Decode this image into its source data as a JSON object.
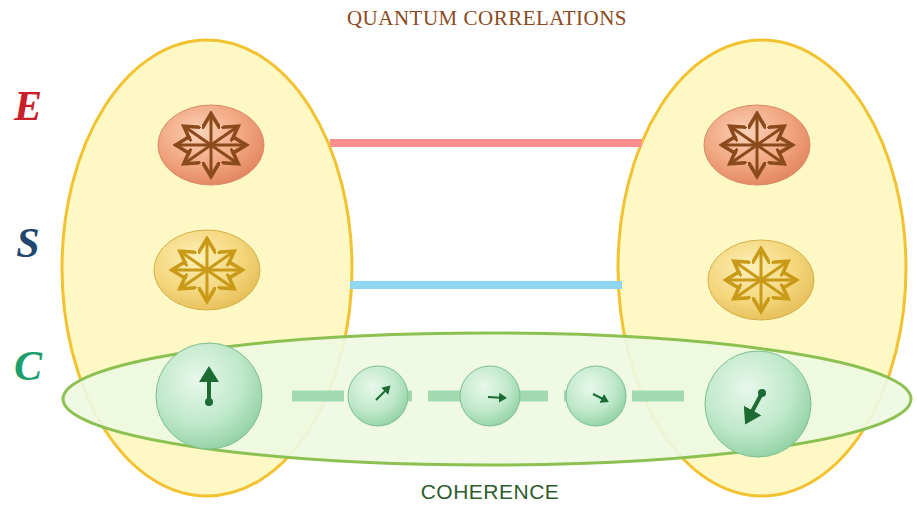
{
  "diagram": {
    "title": "QUANTUM CORRELATIONS",
    "labels": [
      "E",
      "S",
      "C",
      "COHERENCE"
    ]
  }
}
